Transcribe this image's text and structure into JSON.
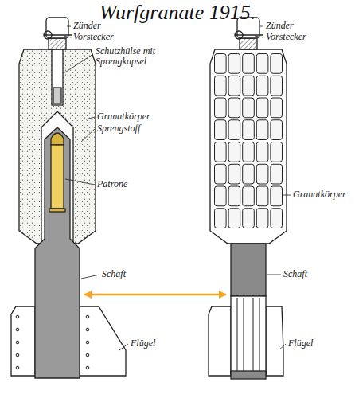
{
  "diagram": {
    "title": "Wurfgranate 1915.",
    "labels": [
      "Zünder",
      "Vorstecker",
      "Schutzhülse mit Sprengkapsel",
      "Granatkörper",
      "Sprengstoff",
      "Patrone",
      "Schaft",
      "Flügel",
      "Zünder",
      "Vorstecker",
      "Granatkörper",
      "Schaft",
      "Flügel"
    ]
  }
}
